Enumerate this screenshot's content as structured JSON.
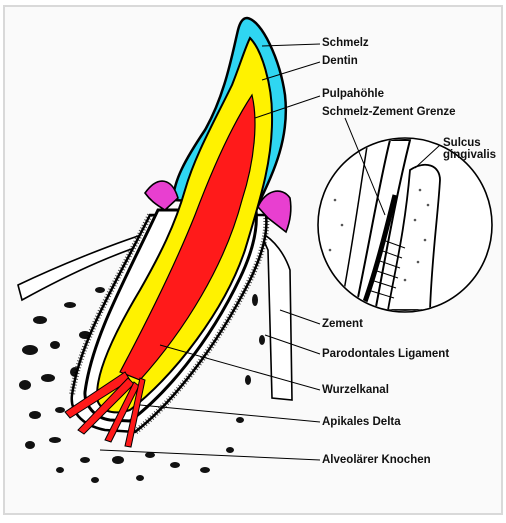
{
  "colors": {
    "enamel": "#2fd6f2",
    "dentin": "#fff200",
    "pulp": "#ff1a1a",
    "gingiva": "#e83fd0",
    "outline": "#000000",
    "background": "#ffffff"
  },
  "labels": {
    "schmelz": "Schmelz",
    "dentin": "Dentin",
    "pulpahoehle": "Pulpahöhle",
    "sze_grenze": "Schmelz-Zement Grenze",
    "sulcus_1": "Sulcus",
    "sulcus_2": "gingivalis",
    "zement": "Zement",
    "parodontales_ligament": "Parodontales Ligament",
    "wurzelkanal": "Wurzelkanal",
    "apikales_delta": "Apikales Delta",
    "alveolaerer_knochen": "Alveolärer Knochen"
  }
}
